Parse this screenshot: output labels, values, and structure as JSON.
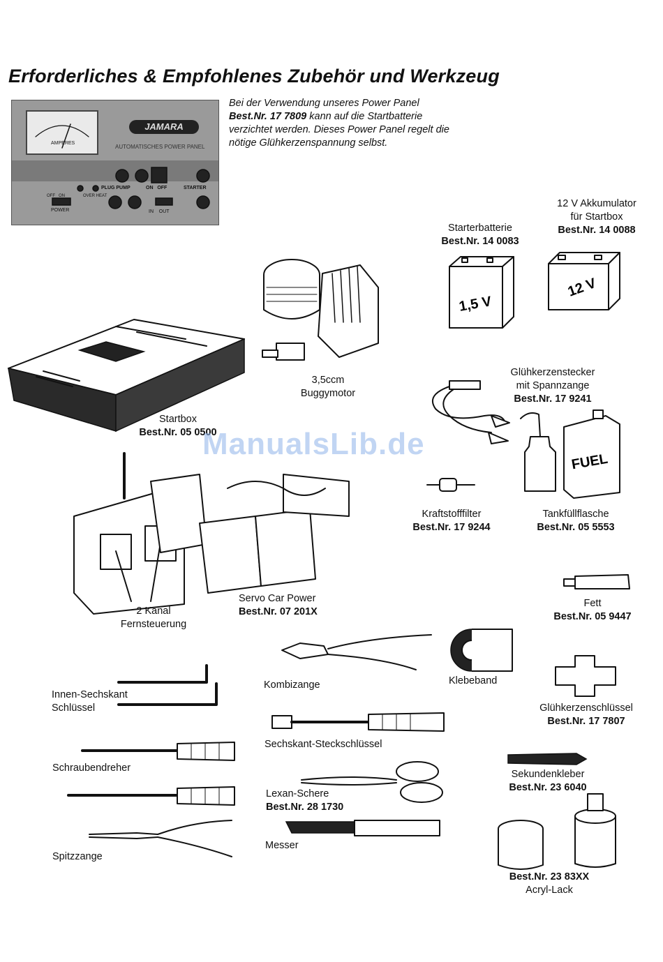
{
  "header": {
    "title": "Erforderliches & Empfohlenes Zubehör und Werkzeug"
  },
  "intro": {
    "line1": "Bei der Verwendung unseres Power Panel",
    "line2_bold": "Best.Nr. 17 7809",
    "line2_rest": " kann auf die  Startbatterie",
    "line3": "verzichtet werden. Dieses Power Panel regelt die",
    "line4": "nötige Glühkerzenspannung selbst."
  },
  "power_panel": {
    "logo": "JAMARA",
    "panel_text": "AUTOMATISCHES POWER PANEL",
    "meter_label": "AMPERES",
    "plug_pump": "PLUG PUMP",
    "on_off": "ON   OFF",
    "starter": "STARTER",
    "off_on": "OFF   ON",
    "over_heat": "OVER HEAT",
    "power": "POWER",
    "in_out": "IN    OUT"
  },
  "items": {
    "akku": {
      "line1": "12 V Akkumulator",
      "line2": "für Startbox",
      "bestnr": "Best.Nr. 14 0088",
      "graphic_text": "12 V"
    },
    "starterbatterie": {
      "name": "Starterbatterie",
      "bestnr": "Best.Nr. 14 0083",
      "graphic_text": "1,5 V"
    },
    "motor": {
      "line1": "3,5ccm",
      "line2": "Buggymotor"
    },
    "startbox": {
      "name": "Startbox",
      "bestnr": "Best.Nr. 05 0500"
    },
    "gluehkerzenstecker": {
      "line1": "Glühkerzenstecker",
      "line2": "mit Spannzange",
      "bestnr": "Best.Nr. 17 9241"
    },
    "kraftstofffilter": {
      "name": "Kraftstofffilter",
      "bestnr": "Best.Nr. 17 9244"
    },
    "tankfuellflasche": {
      "name": "Tankfüllflasche",
      "bestnr": "Best.Nr. 05 5553",
      "graphic_text": "FUEL"
    },
    "fernsteuerung": {
      "line1": "2 Kanal",
      "line2": "Fernsteuerung"
    },
    "servo": {
      "name": "Servo Car Power",
      "bestnr": "Best.Nr. 07 201X"
    },
    "fett": {
      "name": "Fett",
      "bestnr": "Best.Nr. 05 9447"
    },
    "kombizange": {
      "name": "Kombizange"
    },
    "klebeband": {
      "name": "Klebeband"
    },
    "innensechskant": {
      "line1": "Innen-Sechskant",
      "line2": "Schlüssel"
    },
    "gluehkerzenschluessel": {
      "name": "Glühkerzenschlüssel",
      "bestnr": "Best.Nr. 17 7807"
    },
    "sechskant": {
      "name": "Sechskant-Steckschlüssel"
    },
    "schraubendreher": {
      "name": "Schraubendreher"
    },
    "sekundenkleber": {
      "name": "Sekundenkleber",
      "bestnr": "Best.Nr. 23 6040"
    },
    "lexan": {
      "name": "Lexan-Schere",
      "bestnr": "Best.Nr. 28 1730"
    },
    "messer": {
      "name": "Messer"
    },
    "spitzzange": {
      "name": "Spitzzange"
    },
    "acryl": {
      "bestnr": "Best.Nr. 23 83XX",
      "name": "Acryl-Lack"
    }
  },
  "watermark": "ManualsLib.de"
}
